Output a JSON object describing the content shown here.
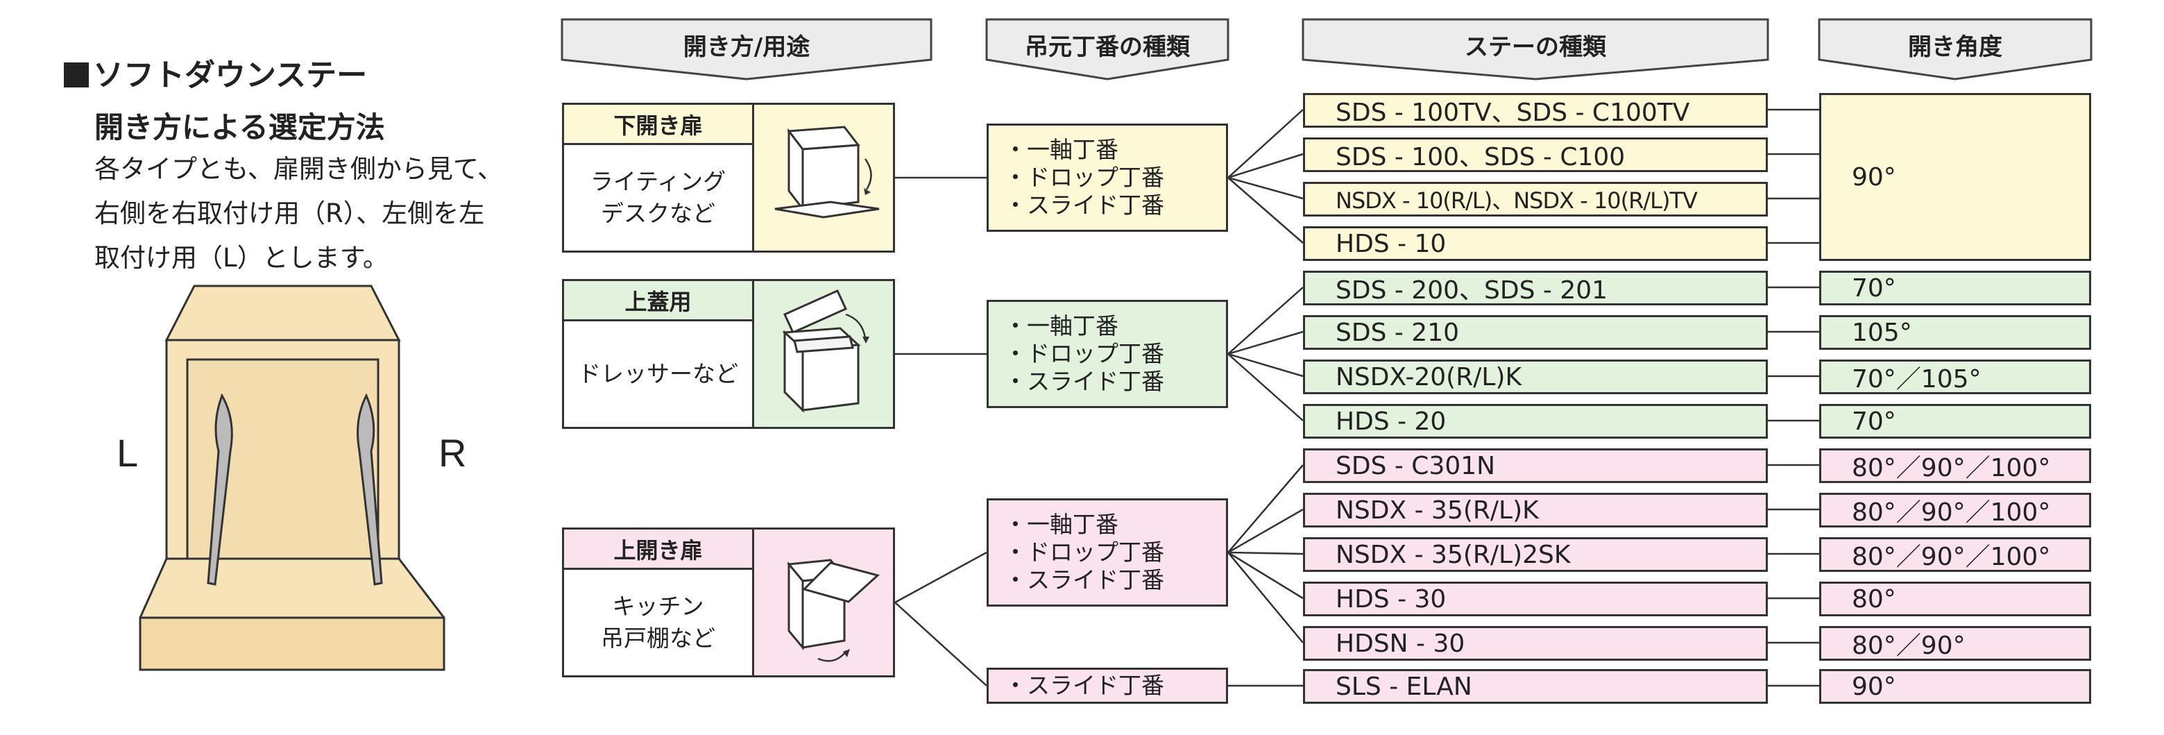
{
  "intro": {
    "title": "ソフトダウンステー",
    "subtitle": "開き方による選定方法",
    "lines": [
      "各タイプとも、扉開き側から見て、",
      "右側を右取付け用（R）、左側を左",
      "取付け用（L）とします。"
    ],
    "left_label": "L",
    "right_label": "R"
  },
  "headers": [
    "開き方/用途",
    "吊元丁番の種類",
    "ステーの種類",
    "開き角度"
  ],
  "colors": {
    "yellow": "#fdf8d6",
    "green": "#e3f2dc",
    "pink": "#fbe3ee",
    "cabinet": "#f7e3b8",
    "line": "#333333"
  },
  "groups": [
    {
      "tag": "下開き扉",
      "usage": "ライティング\nデスクなど",
      "icon": "drop-down-door-icon",
      "hinges": [
        "・一軸丁番",
        "・ドロップ丁番",
        "・スライド丁番"
      ],
      "stays": [
        "SDS - 100TV、SDS - C100TV",
        "SDS - 100、SDS - C100",
        "NSDX - 10(R/L)、NSDX - 10(R/L)TV",
        "HDS - 10"
      ],
      "angles": [
        "90°"
      ]
    },
    {
      "tag": "上蓋用",
      "usage": "ドレッサーなど",
      "icon": "lift-lid-icon",
      "hinges": [
        "・一軸丁番",
        "・ドロップ丁番",
        "・スライド丁番"
      ],
      "stays": [
        "SDS - 200、SDS - 201",
        "SDS - 210",
        "NSDX-20(R/L)K",
        "HDS - 20"
      ],
      "angles": [
        "70°",
        "105°",
        "70°／105°",
        "70°"
      ]
    },
    {
      "tag": "上開き扉",
      "usage": "キッチン\n吊戸棚など",
      "icon": "lift-up-door-icon",
      "hinges": [
        "・一軸丁番",
        "・ドロップ丁番",
        "・スライド丁番"
      ],
      "hinges_extra": "・スライド丁番",
      "stays": [
        "SDS - C301N",
        "NSDX - 35(R/L)K",
        "NSDX - 35(R/L)2SK",
        "HDS - 30",
        "HDSN - 30",
        "SLS - ELAN"
      ],
      "angles": [
        "80°／90°／100°",
        "80°／90°／100°",
        "80°／90°／100°",
        "80°",
        "80°／90°",
        "90°"
      ]
    }
  ]
}
